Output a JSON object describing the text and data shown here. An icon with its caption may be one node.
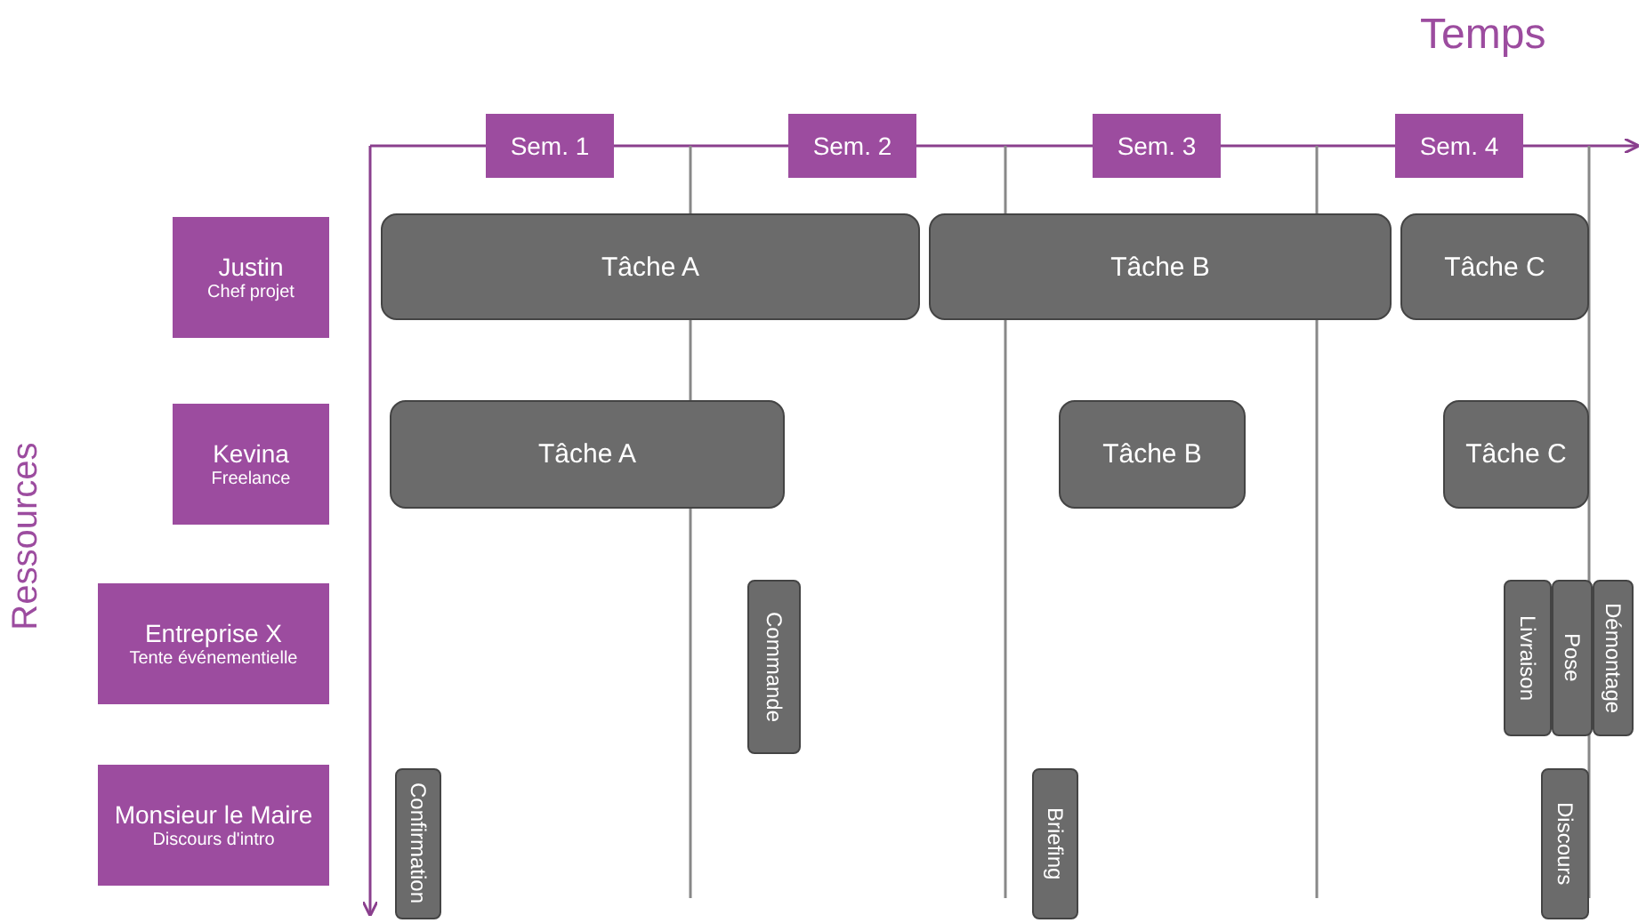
{
  "diagram": {
    "nodes": [
      {
        "text": [
          "Justin",
          "Chef projet"
        ]
      },
      {
        "text": [
          "Kevina",
          "Freelance"
        ]
      },
      {
        "text": [
          "Entreprise X",
          "Tente événementielle"
        ]
      },
      {
        "text": [
          "Monsieur le Maire",
          "Discours d'intro"
        ]
      },
      {
        "text": [
          "Sem. 1"
        ]
      },
      {
        "text": [
          "Sem. 2"
        ]
      },
      {
        "text": [
          "Sem. 3"
        ]
      },
      {
        "text": [
          "Sem. 4"
        ]
      },
      {
        "text": [
          "Tâche A"
        ]
      },
      {
        "text": [
          "Tâche B"
        ]
      },
      {
        "text": [
          "Tâche C"
        ]
      },
      {
        "text": [
          "Tâche A"
        ]
      },
      {
        "text": [
          "Tâche B"
        ]
      },
      {
        "text": [
          "Tâche C"
        ]
      },
      {
        "text": [
          "Commande"
        ]
      },
      {
        "text": [
          "Livraison"
        ]
      },
      {
        "text": [
          "Pose"
        ]
      },
      {
        "text": [
          "Démontage"
        ]
      },
      {
        "text": [
          "Confirmation"
        ]
      },
      {
        "text": [
          "Briefing"
        ]
      },
      {
        "text": [
          "Discours"
        ]
      }
    ],
    "edges": [],
    "labels": [
      "Temps",
      "Ressources"
    ]
  }
}
